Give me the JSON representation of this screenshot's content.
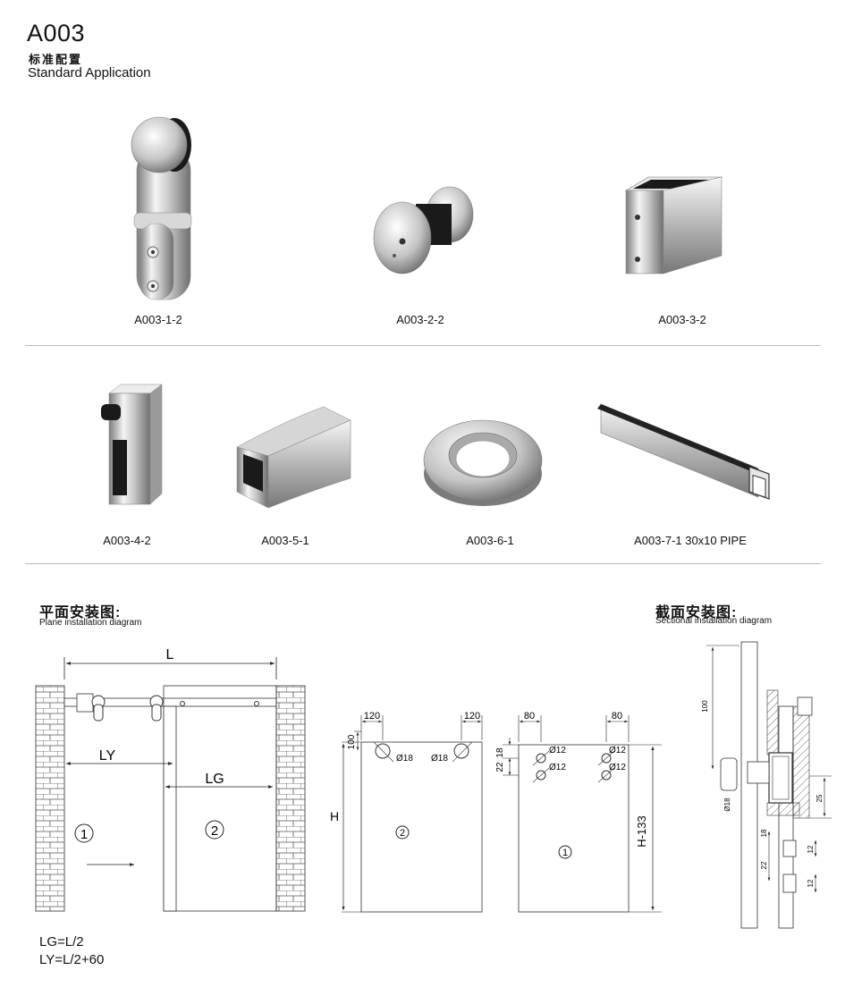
{
  "header": {
    "code": "A003",
    "subtitle_cn": "标准配置",
    "subtitle_en": "Standard Application"
  },
  "products": [
    {
      "code": "A003-1-2"
    },
    {
      "code": "A003-2-2"
    },
    {
      "code": "A003-3-2"
    },
    {
      "code": "A003-4-2"
    },
    {
      "code": "A003-5-1"
    },
    {
      "code": "A003-6-1"
    },
    {
      "code": "A003-7-1  30x10 PIPE"
    }
  ],
  "plane_section": {
    "title_cn": "平面安装图:",
    "title_en": "Plane installation diagram",
    "labels": {
      "L": "L",
      "LY": "LY",
      "LG": "LG",
      "n1": "1",
      "n2": "2"
    },
    "formulas": [
      "LG=L/2",
      "LY=L/2+60"
    ]
  },
  "panel2": {
    "dim_left": "120",
    "dim_right": "120",
    "dim_top": "100",
    "hole_left": "Ø18",
    "hole_right": "Ø18",
    "height": "H",
    "number": "2"
  },
  "panel1": {
    "dim_left": "80",
    "dim_right": "80",
    "dim_a": "18",
    "dim_b": "22",
    "hole_1": "Ø12",
    "hole_2": "Ø12",
    "hole_3": "Ø12",
    "hole_4": "Ø12",
    "height": "H-133",
    "number": "1"
  },
  "sectional_section": {
    "title_cn": "截面安装图:",
    "title_en": "Sectional installation diagram",
    "dims": {
      "d100": "100",
      "d18": "Ø18",
      "d25": "25",
      "d18b": "18",
      "d22": "22",
      "d12a": "12",
      "d12b": "12"
    }
  },
  "colors": {
    "chrome_light": "#f2f2f2",
    "chrome_dark": "#8a8a8a",
    "rubber": "#1a1a1a",
    "brick": "#555555"
  }
}
